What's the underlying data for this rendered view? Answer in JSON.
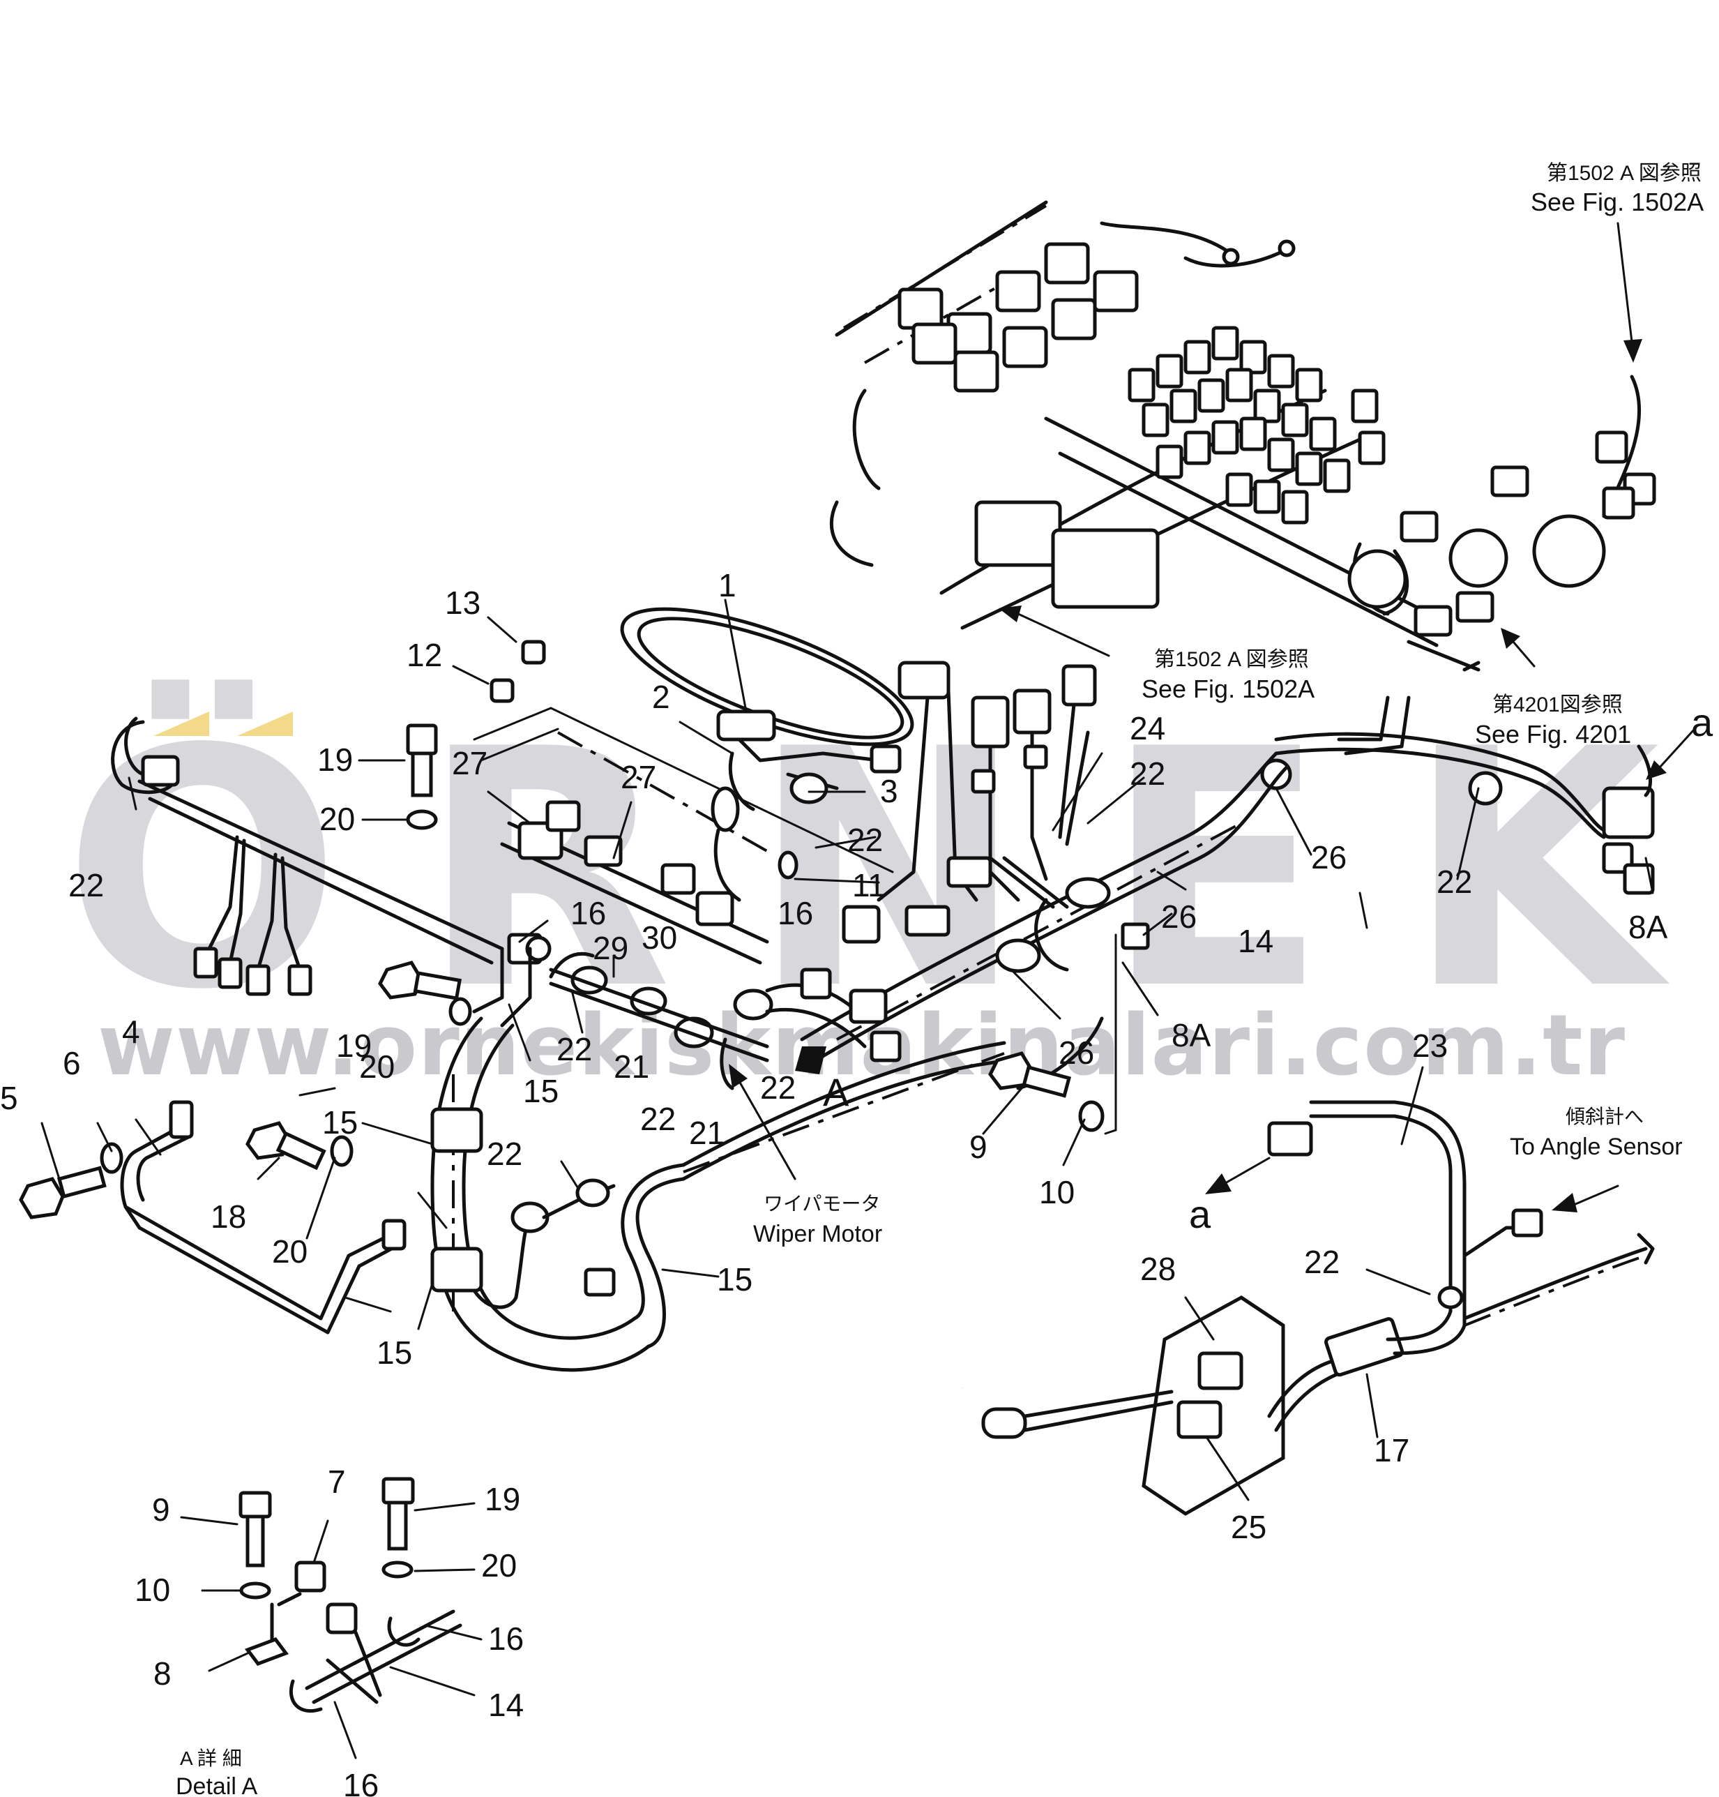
{
  "watermark": {
    "brand": "ÖRNEK",
    "url": "www.ornekiskmakinalari.com.tr"
  },
  "notes": {
    "fig1502a_top_jp": "第1502 A 図参照",
    "fig1502a_top_en": "See Fig. 1502A",
    "fig1502a_mid_jp": "第1502 A 図参照",
    "fig1502a_mid_en": "See Fig. 1502A",
    "fig4201_jp": "第4201図参照",
    "fig4201_en": "See Fig. 4201",
    "angle_jp": "傾斜計へ",
    "angle_en": "To Angle Sensor",
    "wiper_jp": "ワイパモータ",
    "wiper_en": "Wiper Motor",
    "detail_jp": "A 詳 細",
    "detail_en": "Detail A"
  },
  "callouts": [
    "1",
    "2",
    "3",
    "4",
    "5",
    "6",
    "7",
    "8",
    "8A",
    "8A",
    "9",
    "9",
    "10",
    "10",
    "11",
    "12",
    "13",
    "14",
    "14",
    "15",
    "15",
    "15",
    "15",
    "15",
    "16",
    "16",
    "16",
    "16",
    "17",
    "18",
    "19",
    "19",
    "19",
    "20",
    "20",
    "20",
    "20",
    "20",
    "21",
    "21",
    "22",
    "22",
    "22",
    "22",
    "22",
    "22",
    "22",
    "22",
    "22",
    "22",
    "22",
    "23",
    "24",
    "25",
    "26",
    "26",
    "26",
    "27",
    "27",
    "28",
    "29",
    "30",
    "a",
    "a",
    "A"
  ]
}
